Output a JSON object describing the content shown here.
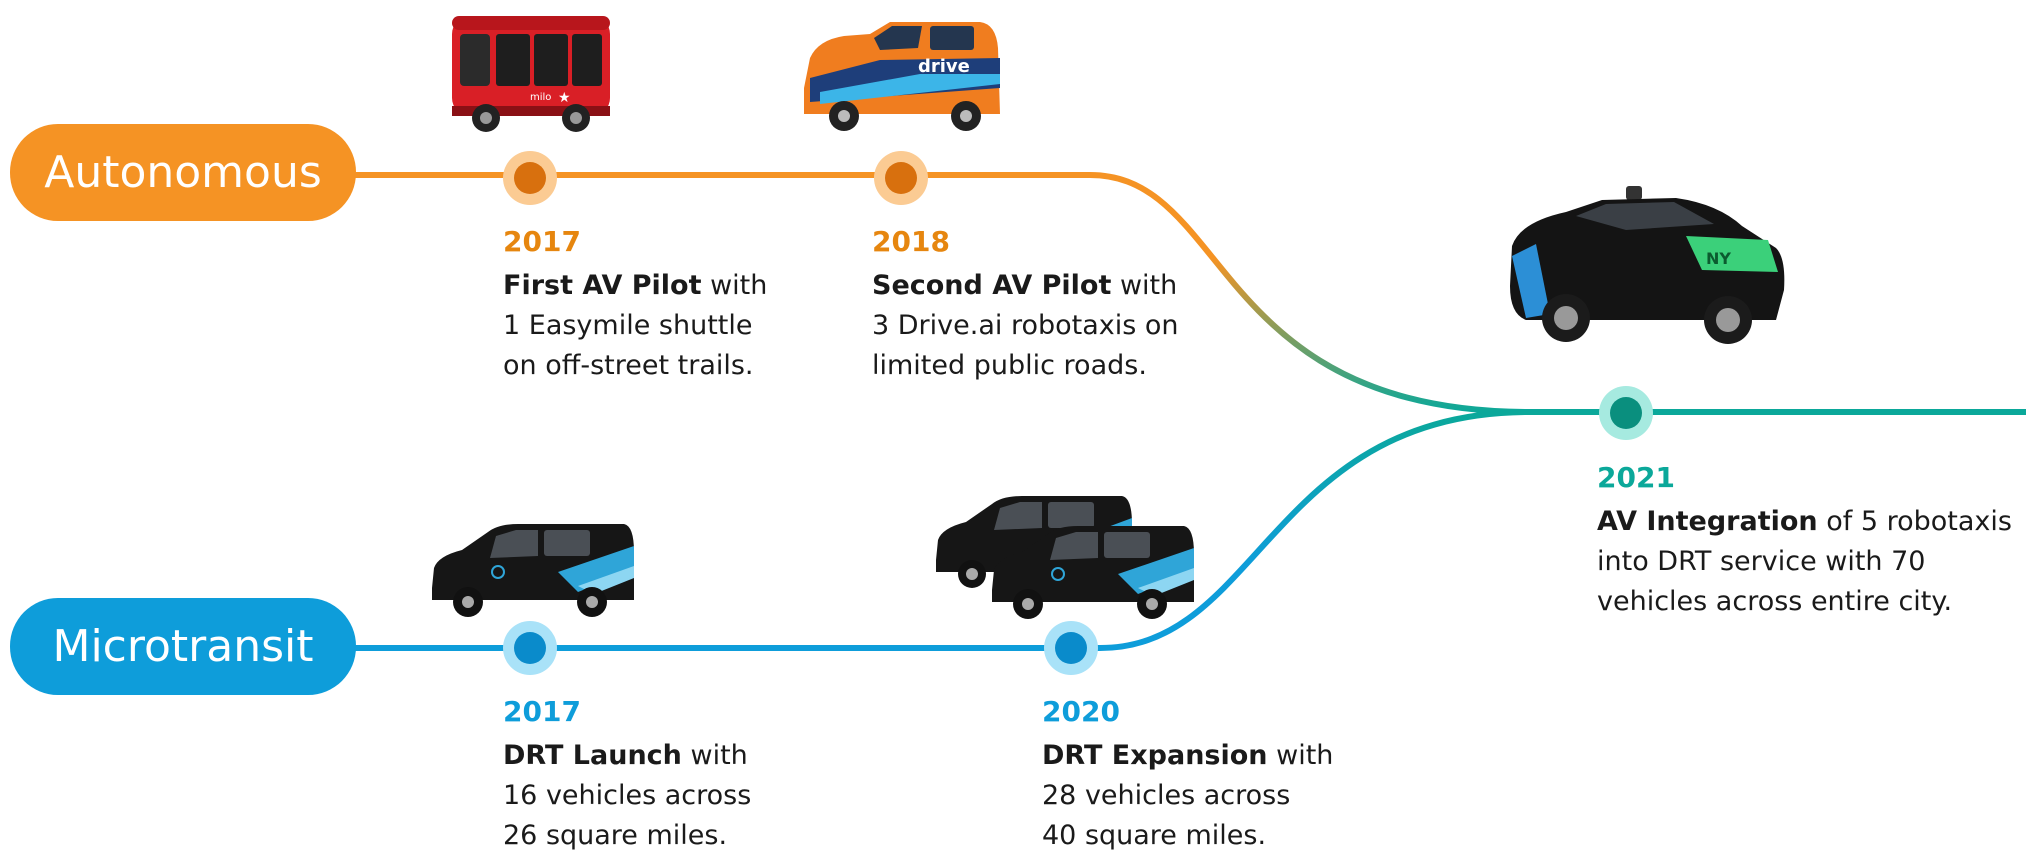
{
  "tracks": {
    "autonomous": {
      "label": "Autonomous",
      "color": "#F59324"
    },
    "microtransit": {
      "label": "Microtransit",
      "color": "#0E9DDA"
    },
    "merged": {
      "color": "#0BA89A"
    }
  },
  "events": {
    "av2017": {
      "year": "2017",
      "title": "First AV Pilot",
      "l1_rest": " with",
      "l2": "1 Easymile shuttle",
      "l3": "on off-street trails.",
      "vehicle_icon": "red-autonomous-shuttle"
    },
    "av2018": {
      "year": "2018",
      "title": "Second AV Pilot",
      "l1_rest": " with",
      "l2": "3 Drive.ai robotaxis on",
      "l3": "limited public roads.",
      "vehicle_icon": "orange-robotaxi-van"
    },
    "drt2017": {
      "year": "2017",
      "title": "DRT Launch",
      "l1_rest": " with",
      "l2": "16 vehicles across",
      "l3": "26 square miles.",
      "vehicle_icon": "black-microtransit-van"
    },
    "drt2020": {
      "year": "2020",
      "title": "DRT Expansion",
      "l1_rest": " with",
      "l2": "28 vehicles across",
      "l3": "40 square miles.",
      "vehicle_icon": "two-black-microtransit-vans"
    },
    "int2021": {
      "year": "2021",
      "title": "AV Integration",
      "l1_rest": " of 5 robotaxis",
      "l2": "into DRT service with 70",
      "l3": "vehicles across entire city.",
      "vehicle_icon": "black-robotaxi-suv"
    }
  },
  "vehicle_logos": {
    "shuttle": "milo",
    "van": "drive"
  }
}
